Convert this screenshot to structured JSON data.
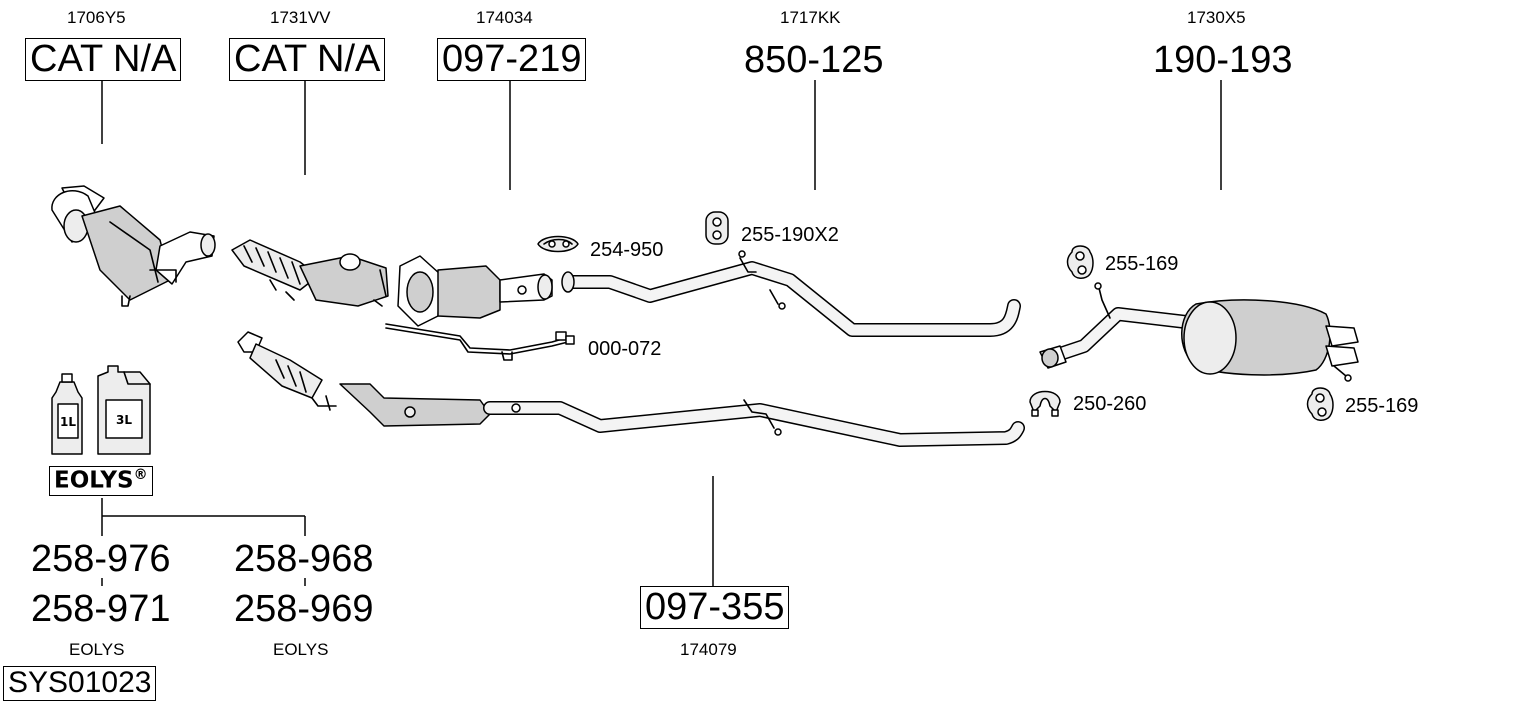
{
  "parts": {
    "cat1": {
      "ref": "1706Y5",
      "label": "CAT N/A"
    },
    "cat2": {
      "ref": "1731VV",
      "label": "CAT N/A"
    },
    "dpf": {
      "ref": "174034",
      "label": "097-219"
    },
    "mid": {
      "ref": "1717KK",
      "label": "850-125"
    },
    "rear": {
      "ref": "1730X5",
      "label": "190-193"
    },
    "front2": {
      "ref": "174079",
      "label": "097-355"
    }
  },
  "accessories": {
    "clamp": "254-950",
    "hanger": "255-190X2",
    "sensor_pipe": "000-072",
    "rubber1": "255-169",
    "clamp2": "250-260",
    "rubber2": "255-169"
  },
  "additive": {
    "bottle_small": "1L",
    "bottle_large": "3L",
    "brand": "EOLYS",
    "brand_mark": "®",
    "left": {
      "code1": "258-976",
      "code2": "258-971",
      "name": "EOLYS"
    },
    "right": {
      "code1": "258-968",
      "code2": "258-969",
      "name": "EOLYS"
    }
  },
  "system_code": "SYS01023"
}
